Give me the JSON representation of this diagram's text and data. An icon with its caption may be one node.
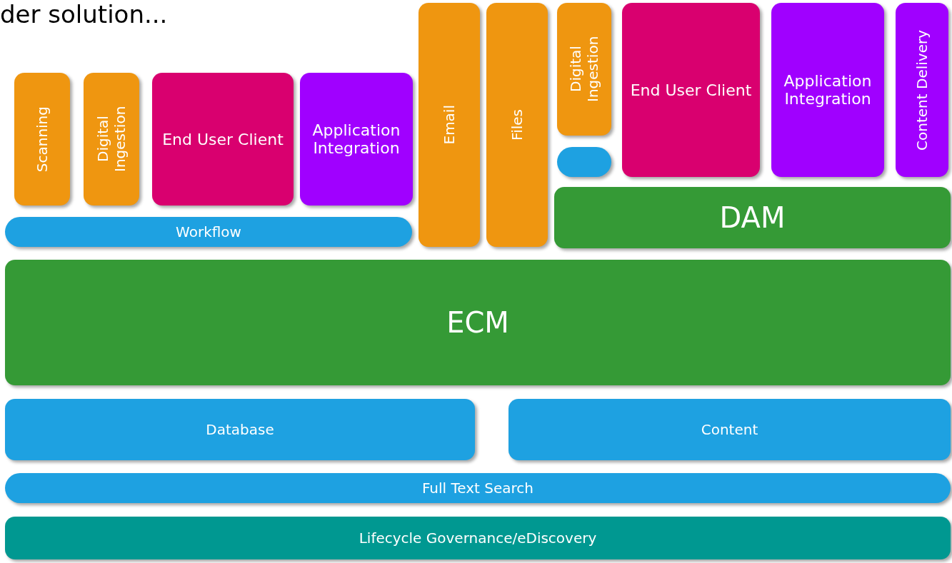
{
  "diagram": {
    "nodes": [
      {
        "text": [
          "Scanning"
        ]
      },
      {
        "text": [
          "Digital Ingestion"
        ]
      },
      {
        "text": [
          "End User Client"
        ]
      },
      {
        "text": [
          "Application Integration"
        ]
      },
      {
        "text": [
          "Email"
        ]
      },
      {
        "text": [
          "Files"
        ]
      },
      {
        "text": [
          "Digital Ingestion"
        ]
      },
      {
        "text": [
          "End User Client"
        ]
      },
      {
        "text": [
          "Application Integration"
        ]
      },
      {
        "text": [
          "Content Delivery"
        ]
      },
      {
        "text": [],
        "shape": "box"
      },
      {
        "text": [
          "Workflow"
        ]
      },
      {
        "text": [
          "DAM"
        ]
      },
      {
        "text": [
          "ECM"
        ]
      },
      {
        "text": [
          "Database"
        ]
      },
      {
        "text": [
          "Content"
        ]
      },
      {
        "text": [
          "Full Text Search"
        ]
      },
      {
        "text": [
          "Lifecycle Governance/eDiscovery"
        ]
      }
    ],
    "labels": [
      "der solution..."
    ]
  }
}
